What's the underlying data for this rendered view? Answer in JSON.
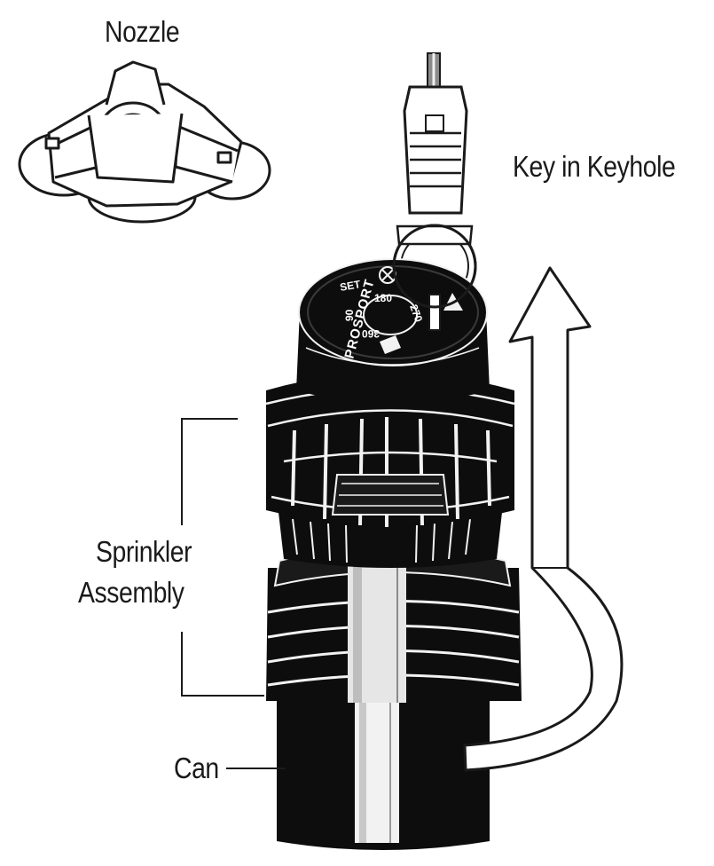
{
  "labels": {
    "nozzle": "Nozzle",
    "key": "Key in Keyhole",
    "sprinkler_line1": "Sprinkler",
    "sprinkler_line2": "Assembly",
    "can": "Can"
  },
  "logo": {
    "brand": "PROSPORT"
  },
  "dial": {
    "set": "SET",
    "mark_180": "180",
    "mark_270": "270",
    "mark_360": "360",
    "mark_90": "90"
  },
  "colors": {
    "ink": "#1a1a1a",
    "body": "#0d0d0d",
    "highlight": "#f2f2f2",
    "paper": "#ffffff"
  }
}
